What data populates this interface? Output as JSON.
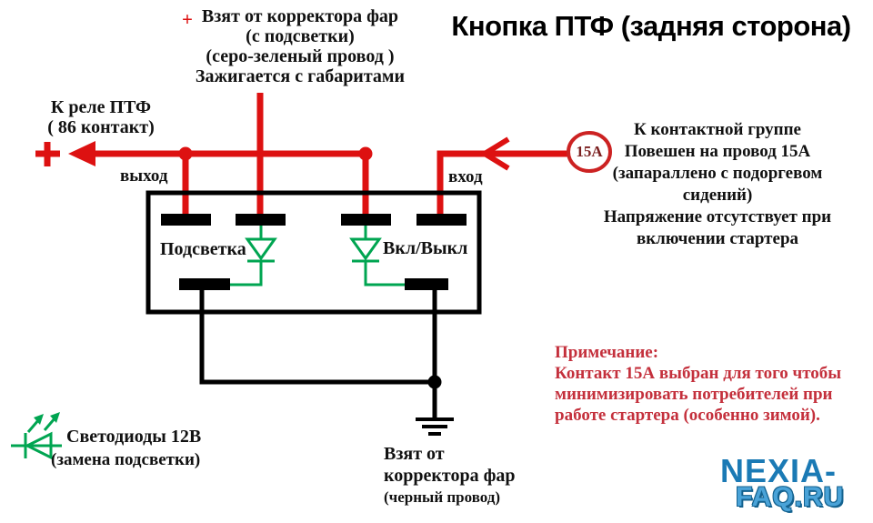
{
  "colors": {
    "wire_red": "#dd1111",
    "wire_green": "#00a551",
    "wire_black": "#000000",
    "remark_red": "#c4303c",
    "fuse_text": "#7b2020",
    "logo_blue": "#1b7ab5"
  },
  "header": {
    "title": "Кнопка ПТФ (задняя сторона)"
  },
  "top_note": {
    "plus": "+",
    "line1": "Взят от корректора фар",
    "line2": "(с подсветки)",
    "line3": "(серо-зеленый провод )",
    "line4": "Зажигается с габаритами"
  },
  "relay_note": {
    "line1": "К реле ПТФ",
    "line2": "( 86 контакт)"
  },
  "pin_labels": {
    "output": "выход",
    "input": "вход",
    "illumination": "Подсветка",
    "switch": "Вкл/Выкл"
  },
  "fuse": {
    "label": "15А"
  },
  "contact_note": {
    "line1": "К контактной группе",
    "line2": "Повешен на провод 15А",
    "line3": "(запараллено с подоргевом",
    "line4": "сидений)",
    "line5": "Напряжение отсутствует при",
    "line6": "включении стартера"
  },
  "remark": {
    "line1": "Примечание:",
    "line2": "Контакт 15А выбран для того чтобы",
    "line3": "минимизировать потребителей при",
    "line4": "работе стартера (особенно зимой)."
  },
  "led_legend": {
    "line1": "Светодиоды 12В",
    "line2": "(замена подсветки)"
  },
  "ground_note": {
    "line1": "Взят от",
    "line2": "корректора фар",
    "line3": "(черный провод)"
  },
  "logo": {
    "line1": "NEXIA-",
    "line2": "FAQ.RU"
  }
}
